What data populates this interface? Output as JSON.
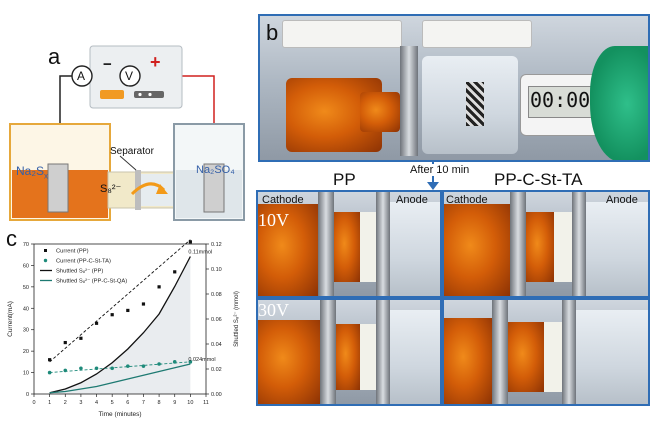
{
  "panels": {
    "a": "a",
    "b": "b",
    "c": "c"
  },
  "panel_a": {
    "ammeter": "A",
    "voltmeter": "V",
    "minus": "−",
    "plus": "+",
    "left_solution": "Na₂S",
    "left_subscript": "x",
    "right_solution": "Na₂SO₄",
    "separator": "Separator",
    "polysulfide": "S₈²⁻"
  },
  "panel_b": {
    "timer": "00:00",
    "arrow_label": "After 10 min",
    "col_pp": "PP",
    "col_ppc": "PP-C-St-TA",
    "cathode": "Cathode",
    "anode": "Anode",
    "row_10v": "10V",
    "row_30v": "30V"
  },
  "chart_data": {
    "type": "scatter",
    "xlabel": "Time (minutes)",
    "ylabel": "Current(mA)",
    "ylabel_right": "Shuttled S₈²⁻ (mmol)",
    "xlim": [
      0,
      11
    ],
    "ylim": [
      0,
      70
    ],
    "ylim_right": [
      0,
      0.12
    ],
    "x_ticks": [
      0,
      1,
      2,
      3,
      4,
      5,
      6,
      7,
      8,
      9,
      10,
      11
    ],
    "y_ticks": [
      0,
      10,
      20,
      30,
      40,
      50,
      60,
      70
    ],
    "y_ticks_right": [
      "0.00",
      "0.02",
      "0.04",
      "0.06",
      "0.08",
      "0.10",
      "0.12"
    ],
    "legend": [
      {
        "label": "Current (PP)",
        "marker": "square",
        "color": "#111111"
      },
      {
        "label": "Current (PP-C-St-TA)",
        "marker": "circle",
        "color": "#1e8a7a"
      },
      {
        "label": "Shuttled S₈²⁻ (PP)",
        "marker": "line",
        "color": "#111111"
      },
      {
        "label": "Shuttled S₈²⁻ (PP-C-St-QA)",
        "marker": "line",
        "color": "#1e7a72"
      }
    ],
    "series": [
      {
        "name": "Current (PP)",
        "axis": "left",
        "style": "points",
        "x": [
          1,
          2,
          3,
          4,
          5,
          6,
          7,
          8,
          9,
          10
        ],
        "y": [
          16,
          24,
          26,
          33,
          37,
          39,
          42,
          50,
          57,
          71
        ]
      },
      {
        "name": "Current (PP-C-St-TA)",
        "axis": "left",
        "style": "points",
        "x": [
          1,
          2,
          3,
          4,
          5,
          6,
          7,
          8,
          9,
          10
        ],
        "y": [
          10,
          11,
          12,
          12,
          12,
          13,
          13,
          14,
          15,
          15
        ]
      },
      {
        "name": "Shuttled S₈²⁻ (PP)",
        "axis": "right",
        "style": "curve",
        "x": [
          1,
          2,
          3,
          4,
          5,
          6,
          7,
          8,
          9,
          10
        ],
        "y": [
          0.001,
          0.004,
          0.009,
          0.016,
          0.025,
          0.036,
          0.049,
          0.064,
          0.086,
          0.11
        ]
      },
      {
        "name": "Shuttled S₈²⁻ (PP-C-St-QA)",
        "axis": "right",
        "style": "curve",
        "x": [
          1,
          2,
          3,
          4,
          5,
          6,
          7,
          8,
          9,
          10
        ],
        "y": [
          0.001,
          0.002,
          0.004,
          0.006,
          0.009,
          0.012,
          0.015,
          0.018,
          0.021,
          0.024
        ]
      },
      {
        "name": "Fit (PP)",
        "axis": "left",
        "style": "dashed",
        "x": [
          1,
          10
        ],
        "y": [
          15,
          72
        ]
      },
      {
        "name": "Fit (PP-C-St-TA)",
        "axis": "left",
        "style": "dashed-teal",
        "x": [
          1,
          10
        ],
        "y": [
          10,
          15
        ]
      }
    ],
    "annotations": [
      {
        "text": "0.11mmol",
        "x": 10,
        "y": 0.11,
        "axis": "right"
      },
      {
        "text": "0.024mmol",
        "x": 10,
        "y": 0.024,
        "axis": "right"
      }
    ]
  }
}
